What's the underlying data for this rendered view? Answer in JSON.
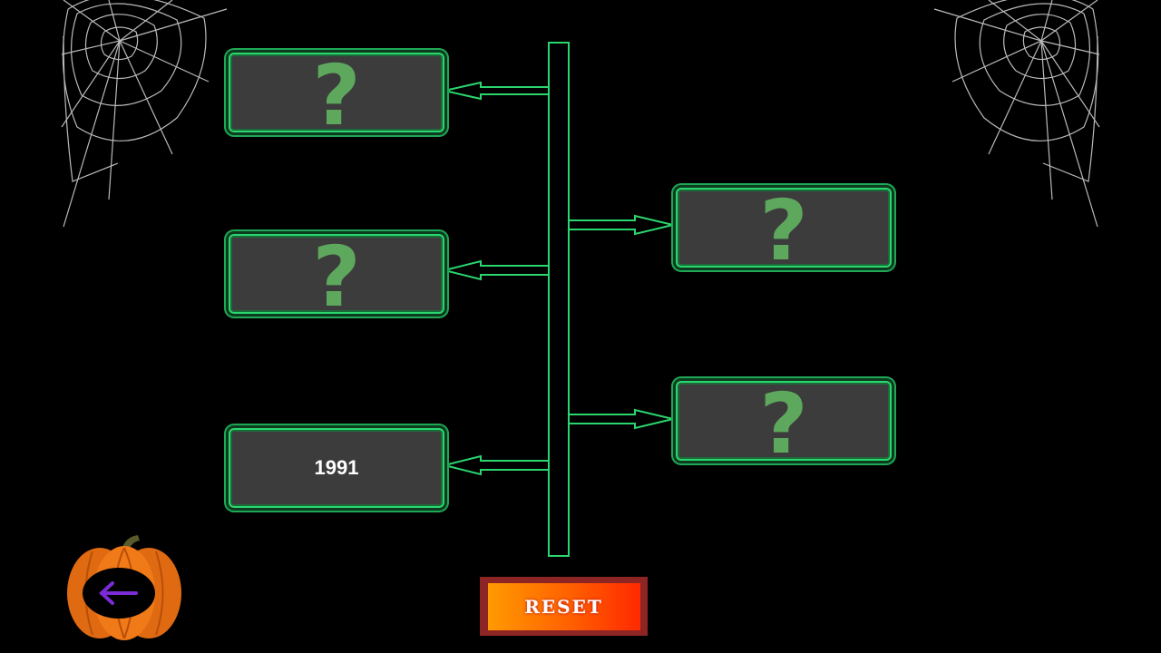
{
  "timeline": {
    "slots": [
      {
        "id": "slot-1",
        "text": "?",
        "side": "left"
      },
      {
        "id": "slot-2",
        "text": "?",
        "side": "right"
      },
      {
        "id": "slot-3",
        "text": "?",
        "side": "left"
      },
      {
        "id": "slot-4",
        "text": "?",
        "side": "right"
      },
      {
        "id": "slot-5",
        "text": "1991",
        "side": "left"
      }
    ]
  },
  "controls": {
    "reset_label": "RESET",
    "back_icon": "left-arrow-icon"
  },
  "colors": {
    "accent": "#2bd66f",
    "card_bg": "#3c3c3c",
    "question_mark": "#5ea85e",
    "reset_gradient_start": "#ff9a00",
    "reset_gradient_end": "#ff2a00",
    "back_arrow": "#7a2bd6"
  },
  "decor": {
    "left_web_icon": "spider-web-icon",
    "right_web_icon": "spider-web-icon",
    "pumpkin_icon": "pumpkin-icon"
  }
}
